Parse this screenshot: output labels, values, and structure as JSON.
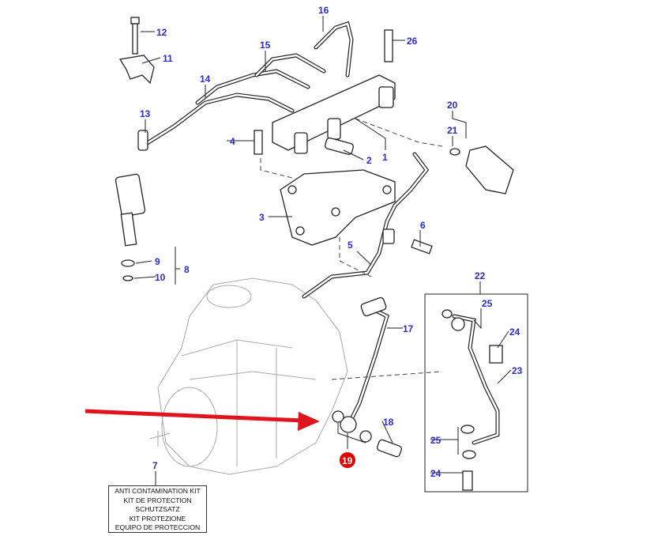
{
  "diagram": {
    "callouts": [
      {
        "id": "1",
        "label": "1"
      },
      {
        "id": "2",
        "label": "2"
      },
      {
        "id": "3",
        "label": "3"
      },
      {
        "id": "4",
        "label": "4"
      },
      {
        "id": "5",
        "label": "5"
      },
      {
        "id": "6",
        "label": "6"
      },
      {
        "id": "7",
        "label": "7"
      },
      {
        "id": "8",
        "label": "8"
      },
      {
        "id": "9",
        "label": "9"
      },
      {
        "id": "10",
        "label": "10"
      },
      {
        "id": "11",
        "label": "11"
      },
      {
        "id": "12",
        "label": "12"
      },
      {
        "id": "13",
        "label": "13"
      },
      {
        "id": "14",
        "label": "14"
      },
      {
        "id": "15",
        "label": "15"
      },
      {
        "id": "16",
        "label": "16"
      },
      {
        "id": "17",
        "label": "17"
      },
      {
        "id": "18",
        "label": "18"
      },
      {
        "id": "19",
        "label": "19"
      },
      {
        "id": "20",
        "label": "20"
      },
      {
        "id": "21",
        "label": "21"
      },
      {
        "id": "22",
        "label": "22"
      },
      {
        "id": "23",
        "label": "23"
      },
      {
        "id": "24a",
        "label": "24"
      },
      {
        "id": "24b",
        "label": "24"
      },
      {
        "id": "25a",
        "label": "25"
      },
      {
        "id": "25b",
        "label": "25"
      },
      {
        "id": "26",
        "label": "26"
      }
    ],
    "highlighted_callout": "19",
    "highlight_color": "#e00000",
    "label_color": "#2b2bd0",
    "kit_box": {
      "lines": [
        "ANTI CONTAMINATION KIT",
        "KIT DE PROTECTION",
        "SCHUTZSATZ",
        "KIT PROTEZIONE",
        "EQUIPO DE PROTECCION"
      ]
    },
    "pointer_arrow": {
      "color": "#e0141e",
      "icon": "arrow-right-icon"
    }
  }
}
